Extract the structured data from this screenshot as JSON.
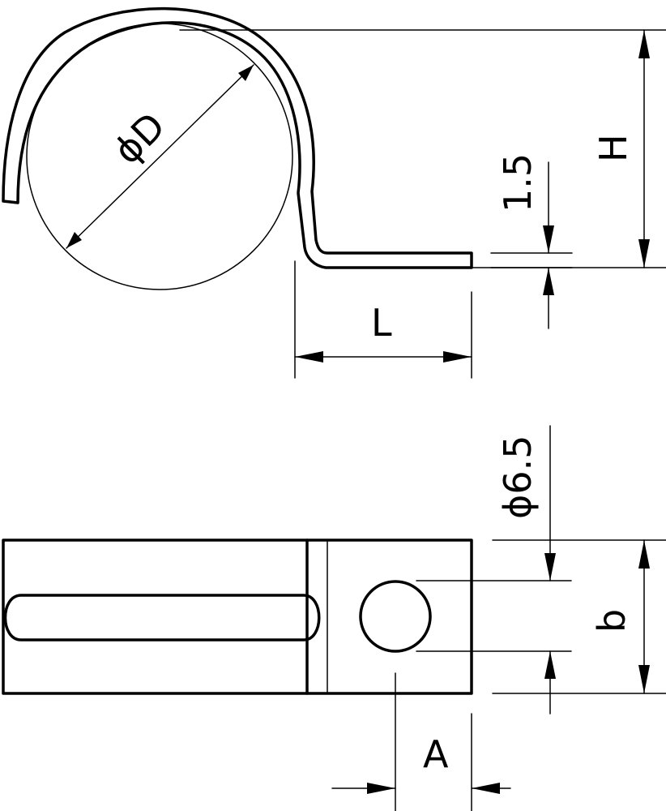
{
  "labels": {
    "diameter": "ϕD",
    "height": "H",
    "thickness": "1.5",
    "length": "L",
    "hole_diameter": "ϕ6.5",
    "width": "b",
    "hole_offset": "A"
  }
}
